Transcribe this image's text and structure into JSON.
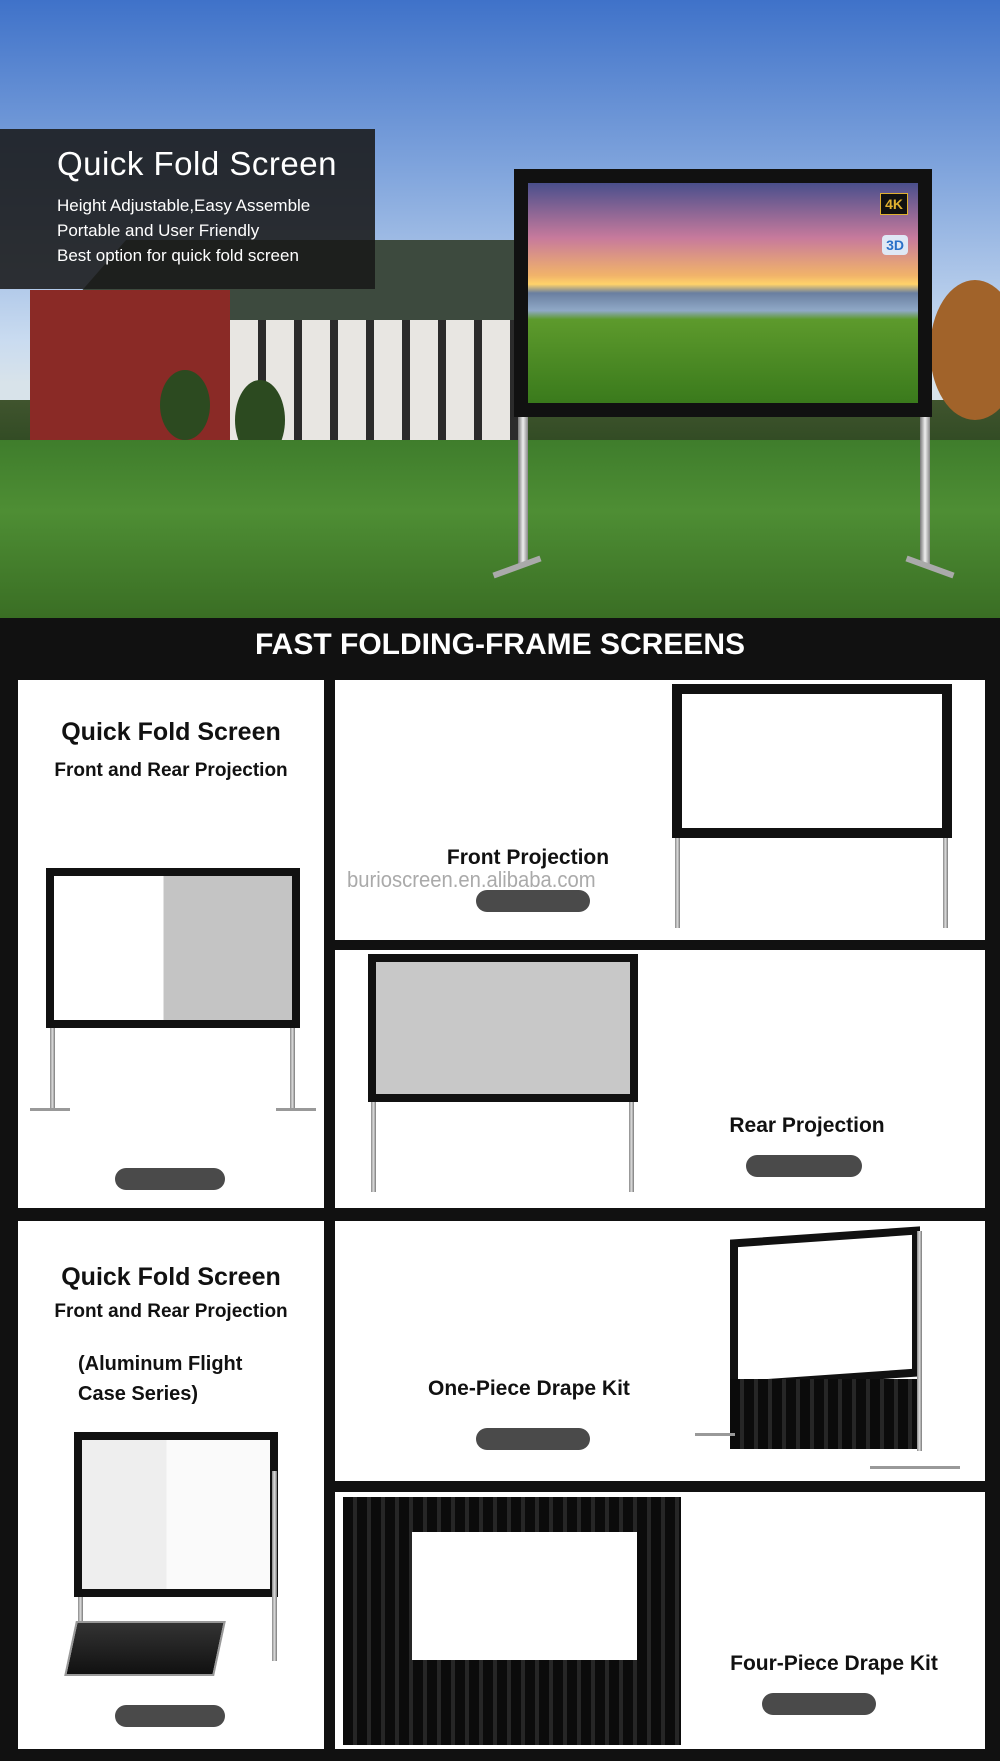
{
  "hero": {
    "title": "Quick Fold Screen",
    "features": [
      "Height Adjustable,Easy Assemble",
      "Portable and User Friendly",
      "Best option for quick fold screen"
    ],
    "badges": [
      "4K",
      "3D"
    ]
  },
  "section_title": "FAST FOLDING-FRAME SCREENS",
  "watermark": "burioscreen.en.alibaba.com",
  "panels": {
    "p1": {
      "title": "Quick Fold Screen",
      "subtitle": "Front and Rear Projection"
    },
    "p2": {
      "label": "Front Projection"
    },
    "p3": {
      "label": "Rear Projection"
    },
    "p4": {
      "title": "Quick Fold Screen",
      "subtitle": "Front and Rear Projection",
      "note1": "(Aluminum Flight",
      "note2": "Case Series)"
    },
    "p5": {
      "label": "One-Piece Drape Kit"
    },
    "p6": {
      "label": "Four-Piece Drape Kit"
    }
  },
  "colors": {
    "background": "#111111",
    "panel": "#ffffff",
    "pill": "#4a4a4a"
  }
}
